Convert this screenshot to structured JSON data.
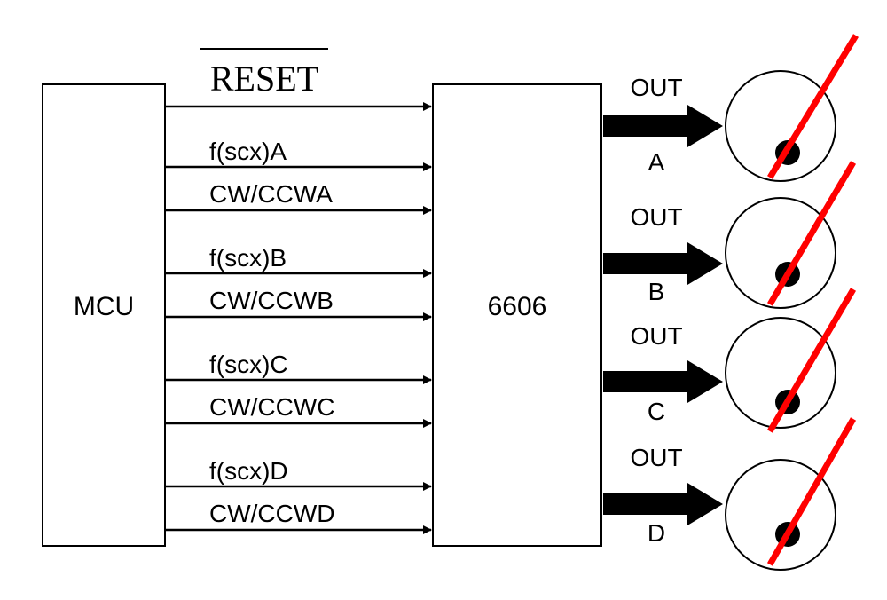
{
  "mcu_label": "MCU",
  "chip_label": "6606",
  "reset_label": "RESET",
  "channels": [
    {
      "freq_label": "f(scx)A",
      "dir_label": "CW/CCWA",
      "out_top": "OUT",
      "out_bottom": "A"
    },
    {
      "freq_label": "f(scx)B",
      "dir_label": "CW/CCWB",
      "out_top": "OUT",
      "out_bottom": "B"
    },
    {
      "freq_label": "f(scx)C",
      "dir_label": "CW/CCWC",
      "out_top": "OUT",
      "out_bottom": "C"
    },
    {
      "freq_label": "f(scx)D",
      "dir_label": "CW/CCWD",
      "out_top": "OUT",
      "out_bottom": "D"
    }
  ],
  "colors": {
    "chip_label": "#ff0000",
    "gauge_needle": "#ff0000",
    "line": "#000000"
  }
}
